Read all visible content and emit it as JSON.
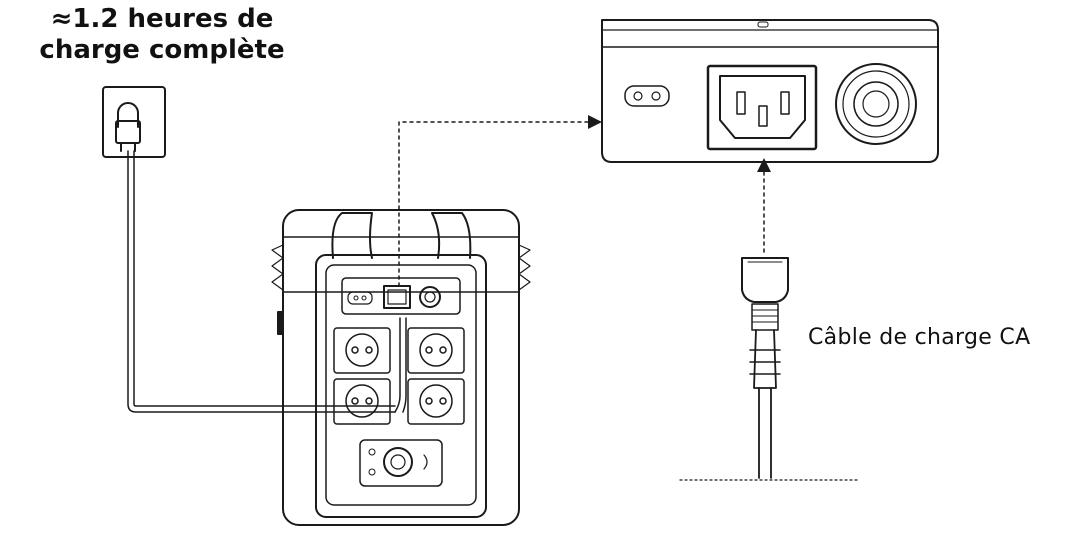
{
  "charge_time": {
    "line1": "≈1.2 heures de",
    "line2": "charge complète"
  },
  "cable_label": "Câble de charge CA",
  "icons": [
    "wall-outlet-icon",
    "power-station-icon",
    "ac-input-port-icon",
    "ac-charging-cable-icon"
  ],
  "colors": {
    "stroke": "#1a1a1a",
    "fill": "#ffffff"
  }
}
